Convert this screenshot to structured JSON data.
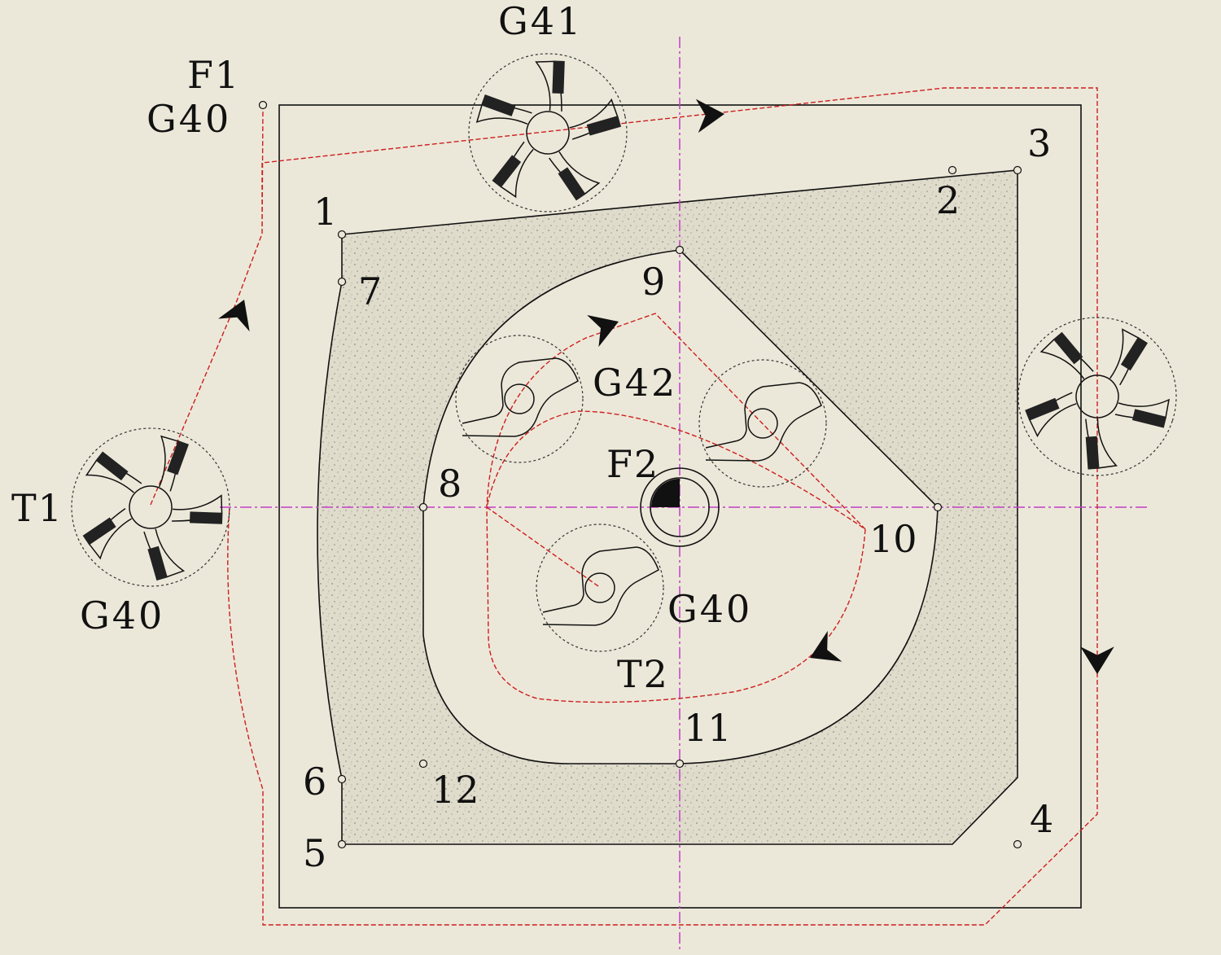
{
  "colors": {
    "background": "#ece8d9",
    "outline": "#111111",
    "toolpath": "#cc1f1f",
    "centerline": "#c23ec8",
    "stipple_fill": "#e0dccc"
  },
  "labels": {
    "g41": "G41",
    "f1": "F1",
    "g40_start": "G40",
    "t1": "T1",
    "g40_t1": "G40",
    "g42": "G42",
    "f2": "F2",
    "g40_center": "G40",
    "t2": "T2"
  },
  "points": [
    {
      "id": "p1",
      "label": "1"
    },
    {
      "id": "p2",
      "label": "2"
    },
    {
      "id": "p3",
      "label": "3"
    },
    {
      "id": "p4",
      "label": "4"
    },
    {
      "id": "p5",
      "label": "5"
    },
    {
      "id": "p6",
      "label": "6"
    },
    {
      "id": "p7",
      "label": "7"
    },
    {
      "id": "p8",
      "label": "8"
    },
    {
      "id": "p9",
      "label": "9"
    },
    {
      "id": "p10",
      "label": "10"
    },
    {
      "id": "p11",
      "label": "11"
    },
    {
      "id": "p12",
      "label": "12"
    }
  ],
  "icons": {
    "large_cutter": "face-mill-cutter-icon",
    "small_cutter": "end-mill-cutter-icon",
    "direction": "direction-arrow-icon"
  }
}
